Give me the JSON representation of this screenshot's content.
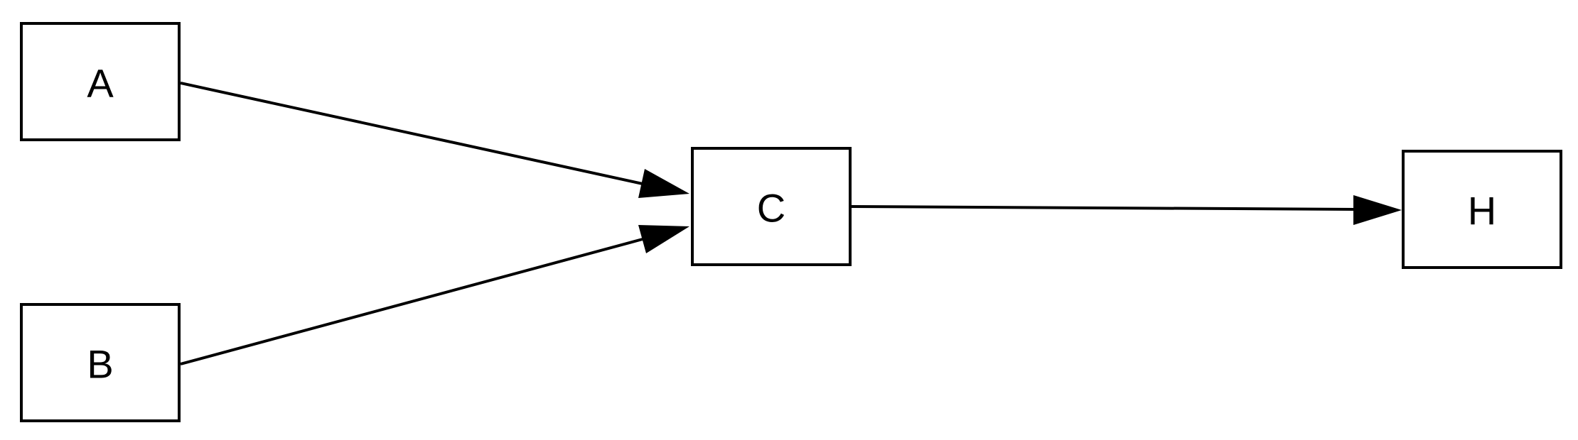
{
  "nodes": {
    "a": {
      "label": "A"
    },
    "b": {
      "label": "B"
    },
    "c": {
      "label": "C"
    },
    "h": {
      "label": "H"
    }
  },
  "edges": [
    {
      "from": "A",
      "to": "C"
    },
    {
      "from": "B",
      "to": "C"
    },
    {
      "from": "C",
      "to": "H"
    }
  ]
}
